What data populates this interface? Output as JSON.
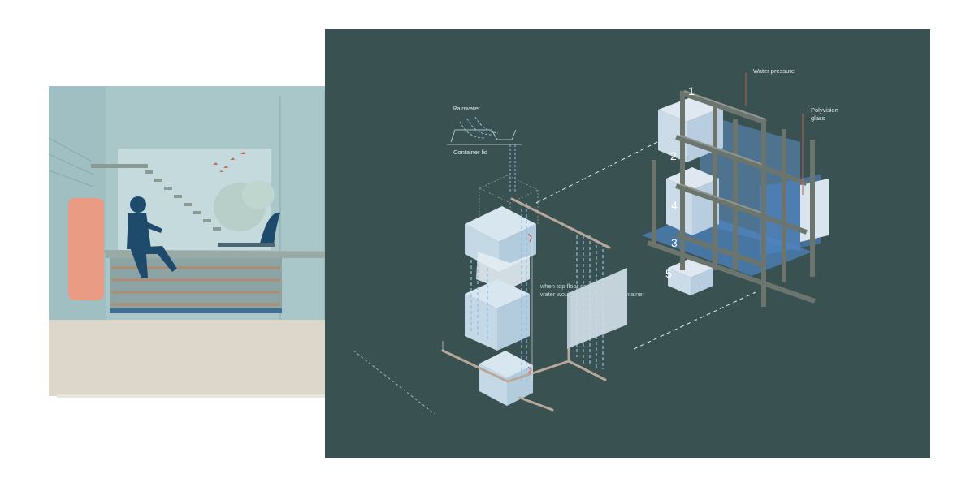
{
  "labels": {
    "rainwater": "Rainwater",
    "container_lid": "Container lid",
    "water_pressure": "Water pressure",
    "polyvision_line1": "Polyvision",
    "polyvision_line2": "glass",
    "note_line1": "when top floor container full",
    "note_line2": "water would go underground container"
  },
  "numbers": [
    "1",
    "2",
    "3",
    "4",
    "5"
  ],
  "colors": {
    "panel_background": "#3a5152",
    "section_wall": "#a6c6c8",
    "floor": "#dcd6cb",
    "figure": "#1e4a6b",
    "heater": "#e99b84",
    "water_blue": "#8fbde6",
    "frame_grey": "#6c756d",
    "accent_red": "#c65a4a"
  }
}
